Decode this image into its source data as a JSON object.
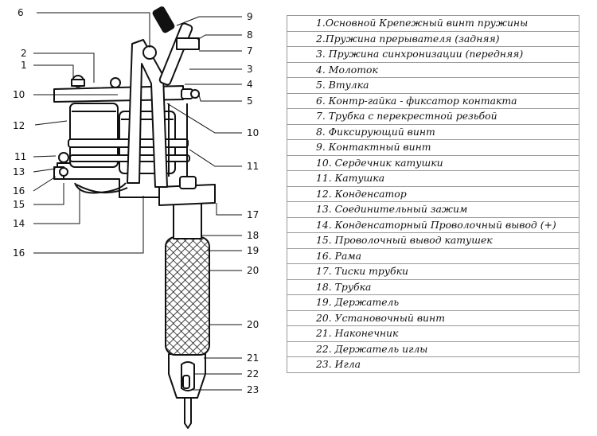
{
  "legend": [
    "1.Основной Крепежный винт пружины",
    "2.Пружина прерывателя (задняя)",
    "3. Пружина синхронизации (передняя)",
    "4. Молоток",
    "5. Втулка",
    "6. Контр-гайка - фиксатор контакта",
    "7. Трубка с перекрестной резьбой",
    "8. Фиксирующий винт",
    "9.  Контактный винт",
    "10. Сердечник катушки",
    "11. Катушка",
    "12. Конденсатор",
    "13. Соединительный зажим",
    "14. Конденсаторный Проволочный вывод (+)",
    "15. Проволочный вывод катушек",
    "16. Рама",
    "17. Тиски трубки",
    "18. Трубка",
    "19. Держатель",
    "20. Установочный винт",
    "21. Наконечник",
    "22. Держатель иглы",
    "23. Игла"
  ],
  "callouts_left": [
    "6",
    "2",
    "1",
    "10",
    "12",
    "11",
    "13",
    "16",
    "15",
    "14",
    "16"
  ],
  "callouts_right": [
    "9",
    "8",
    "7",
    "3",
    "4",
    "5",
    "10",
    "11",
    "17",
    "18",
    "19",
    "20",
    "20",
    "21",
    "22",
    "23"
  ]
}
